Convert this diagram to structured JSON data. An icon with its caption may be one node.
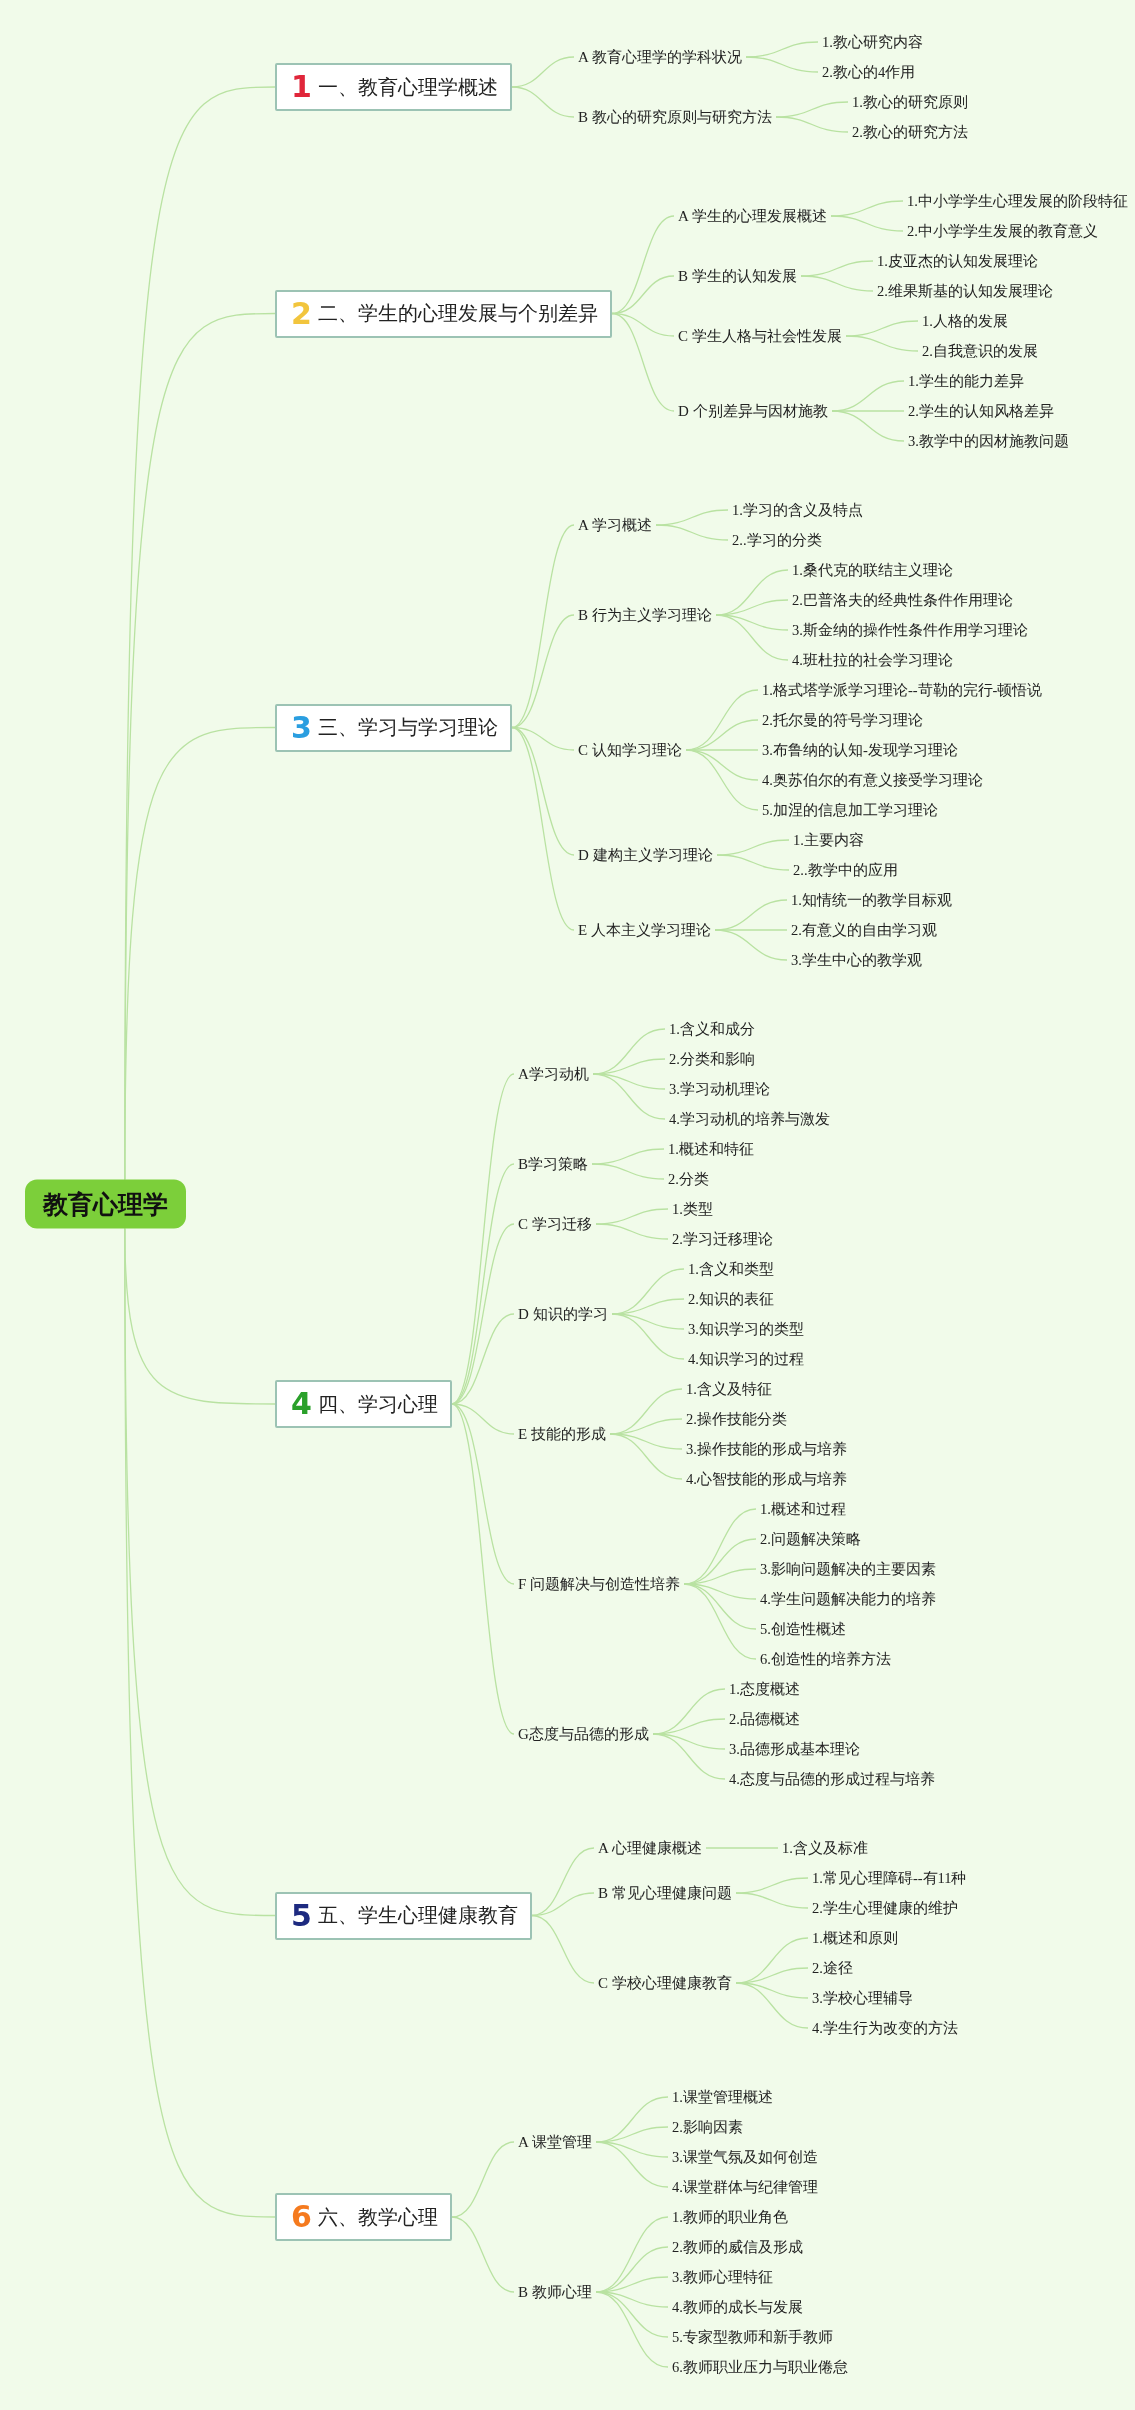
{
  "diagram": {
    "nodes": [
      {
        "text": [
          "教育心理学"
        ]
      },
      {
        "text": [
          "1",
          "一、教育心理学概述"
        ]
      },
      {
        "text": [
          "A 教育心理学的学科状况"
        ]
      },
      {
        "text": [
          "1.教心研究内容"
        ]
      },
      {
        "text": [
          "2.教心的4作用"
        ]
      },
      {
        "text": [
          "B 教心的研究原则与研究方法"
        ]
      },
      {
        "text": [
          "1.教心的研究原则"
        ]
      },
      {
        "text": [
          "2.教心的研究方法"
        ]
      },
      {
        "text": [
          "2",
          "二、学生的心理发展与个别差异"
        ]
      },
      {
        "text": [
          "A 学生的心理发展概述"
        ]
      },
      {
        "text": [
          "1.中小学学生心理发展的阶段特征"
        ]
      },
      {
        "text": [
          "2.中小学学生发展的教育意义"
        ]
      },
      {
        "text": [
          "B 学生的认知发展"
        ]
      },
      {
        "text": [
          "1.皮亚杰的认知发展理论"
        ]
      },
      {
        "text": [
          "2.维果斯基的认知发展理论"
        ]
      },
      {
        "text": [
          "C 学生人格与社会性发展"
        ]
      },
      {
        "text": [
          "1.人格的发展"
        ]
      },
      {
        "text": [
          "2.自我意识的发展"
        ]
      },
      {
        "text": [
          "D 个别差异与因材施教"
        ]
      },
      {
        "text": [
          "1.学生的能力差异"
        ]
      },
      {
        "text": [
          "2.学生的认知风格差异"
        ]
      },
      {
        "text": [
          "3.教学中的因材施教问题"
        ]
      },
      {
        "text": [
          "3",
          "三、学习与学习理论"
        ]
      },
      {
        "text": [
          "A 学习概述"
        ]
      },
      {
        "text": [
          "1.学习的含义及特点"
        ]
      },
      {
        "text": [
          "2..学习的分类"
        ]
      },
      {
        "text": [
          "B 行为主义学习理论"
        ]
      },
      {
        "text": [
          "1.桑代克的联结主义理论"
        ]
      },
      {
        "text": [
          "2.巴普洛夫的经典性条件作用理论"
        ]
      },
      {
        "text": [
          "3.斯金纳的操作性条件作用学习理论"
        ]
      },
      {
        "text": [
          "4.班杜拉的社会学习理论"
        ]
      },
      {
        "text": [
          "C 认知学习理论"
        ]
      },
      {
        "text": [
          "1.格式塔学派学习理论--苛勒的完行-顿悟说"
        ]
      },
      {
        "text": [
          "2.托尔曼的符号学习理论"
        ]
      },
      {
        "text": [
          "3.布鲁纳的认知-发现学习理论"
        ]
      },
      {
        "text": [
          "4.奥苏伯尔的有意义接受学习理论"
        ]
      },
      {
        "text": [
          "5.加涅的信息加工学习理论"
        ]
      },
      {
        "text": [
          "D 建构主义学习理论"
        ]
      },
      {
        "text": [
          "1.主要内容"
        ]
      },
      {
        "text": [
          "2..教学中的应用"
        ]
      },
      {
        "text": [
          "E 人本主义学习理论"
        ]
      },
      {
        "text": [
          "1.知情统一的教学目标观"
        ]
      },
      {
        "text": [
          "2.有意义的自由学习观"
        ]
      },
      {
        "text": [
          "3.学生中心的教学观"
        ]
      },
      {
        "text": [
          "4",
          "四、学习心理"
        ]
      },
      {
        "text": [
          "A学习动机"
        ]
      },
      {
        "text": [
          "1.含义和成分"
        ]
      },
      {
        "text": [
          "2.分类和影响"
        ]
      },
      {
        "text": [
          "3.学习动机理论"
        ]
      },
      {
        "text": [
          "4.学习动机的培养与激发"
        ]
      },
      {
        "text": [
          "B学习策略"
        ]
      },
      {
        "text": [
          "1.概述和特征"
        ]
      },
      {
        "text": [
          "2.分类"
        ]
      },
      {
        "text": [
          "C 学习迁移"
        ]
      },
      {
        "text": [
          "1.类型"
        ]
      },
      {
        "text": [
          "2.学习迁移理论"
        ]
      },
      {
        "text": [
          "D 知识的学习"
        ]
      },
      {
        "text": [
          "1.含义和类型"
        ]
      },
      {
        "text": [
          "2.知识的表征"
        ]
      },
      {
        "text": [
          "3.知识学习的类型"
        ]
      },
      {
        "text": [
          "4.知识学习的过程"
        ]
      },
      {
        "text": [
          "E 技能的形成"
        ]
      },
      {
        "text": [
          "1.含义及特征"
        ]
      },
      {
        "text": [
          "2.操作技能分类"
        ]
      },
      {
        "text": [
          "3.操作技能的形成与培养"
        ]
      },
      {
        "text": [
          "4.心智技能的形成与培养"
        ]
      },
      {
        "text": [
          "F 问题解决与创造性培养"
        ]
      },
      {
        "text": [
          "1.概述和过程"
        ]
      },
      {
        "text": [
          "2.问题解决策略"
        ]
      },
      {
        "text": [
          "3.影响问题解决的主要因素"
        ]
      },
      {
        "text": [
          "4.学生问题解决能力的培养"
        ]
      },
      {
        "text": [
          "5.创造性概述"
        ]
      },
      {
        "text": [
          "6.创造性的培养方法"
        ]
      },
      {
        "text": [
          "G态度与品德的形成"
        ]
      },
      {
        "text": [
          "1.态度概述"
        ]
      },
      {
        "text": [
          "2.品德概述"
        ]
      },
      {
        "text": [
          "3.品德形成基本理论"
        ]
      },
      {
        "text": [
          "4.态度与品德的形成过程与培养"
        ]
      },
      {
        "text": [
          "5",
          "五、学生心理健康教育"
        ]
      },
      {
        "text": [
          "A 心理健康概述"
        ]
      },
      {
        "text": [
          "1.含义及标准"
        ]
      },
      {
        "text": [
          "B 常见心理健康问题"
        ]
      },
      {
        "text": [
          "1.常见心理障碍--有11种"
        ]
      },
      {
        "text": [
          "2.学生心理健康的维护"
        ]
      },
      {
        "text": [
          "C 学校心理健康教育"
        ]
      },
      {
        "text": [
          "1.概述和原则"
        ]
      },
      {
        "text": [
          "2.途径"
        ]
      },
      {
        "text": [
          "3.学校心理辅导"
        ]
      },
      {
        "text": [
          "4.学生行为改变的方法"
        ]
      },
      {
        "text": [
          "6",
          "六、教学心理"
        ]
      },
      {
        "text": [
          "A 课堂管理"
        ]
      },
      {
        "text": [
          "1.课堂管理概述"
        ]
      },
      {
        "text": [
          "2.影响因素"
        ]
      },
      {
        "text": [
          "3.课堂气氛及如何创造"
        ]
      },
      {
        "text": [
          "4.课堂群体与纪律管理"
        ]
      },
      {
        "text": [
          "B 教师心理"
        ]
      },
      {
        "text": [
          "1.教师的职业角色"
        ]
      },
      {
        "text": [
          "2.教师的威信及形成"
        ]
      },
      {
        "text": [
          "3.教师心理特征"
        ]
      },
      {
        "text": [
          "4.教师的成长与发展"
        ]
      },
      {
        "text": [
          "5.专家型教师和新手教师"
        ]
      },
      {
        "text": [
          "6.教师职业压力与职业倦怠"
        ]
      }
    ],
    "edges": [
      {
        "from": 0,
        "to": 1,
        "arrow": "none"
      },
      {
        "from": 1,
        "to": 2,
        "arrow": "none"
      },
      {
        "from": 2,
        "to": 3,
        "arrow": "none"
      },
      {
        "from": 2,
        "to": 4,
        "arrow": "none"
      },
      {
        "from": 1,
        "to": 5,
        "arrow": "none"
      },
      {
        "from": 5,
        "to": 6,
        "arrow": "none"
      },
      {
        "from": 5,
        "to": 7,
        "arrow": "none"
      },
      {
        "from": 0,
        "to": 8,
        "arrow": "none"
      },
      {
        "from": 8,
        "to": 9,
        "arrow": "none"
      },
      {
        "from": 9,
        "to": 10,
        "arrow": "none"
      },
      {
        "from": 9,
        "to": 11,
        "arrow": "none"
      },
      {
        "from": 8,
        "to": 12,
        "arrow": "none"
      },
      {
        "from": 12,
        "to": 13,
        "arrow": "none"
      },
      {
        "from": 12,
        "to": 14,
        "arrow": "none"
      },
      {
        "from": 8,
        "to": 15,
        "arrow": "none"
      },
      {
        "from": 15,
        "to": 16,
        "arrow": "none"
      },
      {
        "from": 15,
        "to": 17,
        "arrow": "none"
      },
      {
        "from": 8,
        "to": 18,
        "arrow": "none"
      },
      {
        "from": 18,
        "to": 19,
        "arrow": "none"
      },
      {
        "from": 18,
        "to": 20,
        "arrow": "none"
      },
      {
        "from": 18,
        "to": 21,
        "arrow": "none"
      },
      {
        "from": 0,
        "to": 22,
        "arrow": "none"
      },
      {
        "from": 22,
        "to": 23,
        "arrow": "none"
      },
      {
        "from": 23,
        "to": 24,
        "arrow": "none"
      },
      {
        "from": 23,
        "to": 25,
        "arrow": "none"
      },
      {
        "from": 22,
        "to": 26,
        "arrow": "none"
      },
      {
        "from": 26,
        "to": 27,
        "arrow": "none"
      },
      {
        "from": 26,
        "to": 28,
        "arrow": "none"
      },
      {
        "from": 26,
        "to": 29,
        "arrow": "none"
      },
      {
        "from": 26,
        "to": 30,
        "arrow": "none"
      },
      {
        "from": 22,
        "to": 31,
        "arrow": "none"
      },
      {
        "from": 31,
        "to": 32,
        "arrow": "none"
      },
      {
        "from": 31,
        "to": 33,
        "arrow": "none"
      },
      {
        "from": 31,
        "to": 34,
        "arrow": "none"
      },
      {
        "from": 31,
        "to": 35,
        "arrow": "none"
      },
      {
        "from": 31,
        "to": 36,
        "arrow": "none"
      },
      {
        "from": 22,
        "to": 37,
        "arrow": "none"
      },
      {
        "from": 37,
        "to": 38,
        "arrow": "none"
      },
      {
        "from": 37,
        "to": 39,
        "arrow": "none"
      },
      {
        "from": 22,
        "to": 40,
        "arrow": "none"
      },
      {
        "from": 40,
        "to": 41,
        "arrow": "none"
      },
      {
        "from": 40,
        "to": 42,
        "arrow": "none"
      },
      {
        "from": 40,
        "to": 43,
        "arrow": "none"
      },
      {
        "from": 0,
        "to": 44,
        "arrow": "none"
      },
      {
        "from": 44,
        "to": 45,
        "arrow": "none"
      },
      {
        "from": 45,
        "to": 46,
        "arrow": "none"
      },
      {
        "from": 45,
        "to": 47,
        "arrow": "none"
      },
      {
        "from": 45,
        "to": 48,
        "arrow": "none"
      },
      {
        "from": 45,
        "to": 49,
        "arrow": "none"
      },
      {
        "from": 44,
        "to": 50,
        "arrow": "none"
      },
      {
        "from": 50,
        "to": 51,
        "arrow": "none"
      },
      {
        "from": 50,
        "to": 52,
        "arrow": "none"
      },
      {
        "from": 44,
        "to": 53,
        "arrow": "none"
      },
      {
        "from": 53,
        "to": 54,
        "arrow": "none"
      },
      {
        "from": 53,
        "to": 55,
        "arrow": "none"
      },
      {
        "from": 44,
        "to": 56,
        "arrow": "none"
      },
      {
        "from": 56,
        "to": 57,
        "arrow": "none"
      },
      {
        "from": 56,
        "to": 58,
        "arrow": "none"
      },
      {
        "from": 56,
        "to": 59,
        "arrow": "none"
      },
      {
        "from": 56,
        "to": 60,
        "arrow": "none"
      },
      {
        "from": 44,
        "to": 61,
        "arrow": "none"
      },
      {
        "from": 61,
        "to": 62,
        "arrow": "none"
      },
      {
        "from": 61,
        "to": 63,
        "arrow": "none"
      },
      {
        "from": 61,
        "to": 64,
        "arrow": "none"
      },
      {
        "from": 61,
        "to": 65,
        "arrow": "none"
      },
      {
        "from": 44,
        "to": 66,
        "arrow": "none"
      },
      {
        "from": 66,
        "to": 67,
        "arrow": "none"
      },
      {
        "from": 66,
        "to": 68,
        "arrow": "none"
      },
      {
        "from": 66,
        "to": 69,
        "arrow": "none"
      },
      {
        "from": 66,
        "to": 70,
        "arrow": "none"
      },
      {
        "from": 66,
        "to": 71,
        "arrow": "none"
      },
      {
        "from": 66,
        "to": 72,
        "arrow": "none"
      },
      {
        "from": 44,
        "to": 73,
        "arrow": "none"
      },
      {
        "from": 73,
        "to": 74,
        "arrow": "none"
      },
      {
        "from": 73,
        "to": 75,
        "arrow": "none"
      },
      {
        "from": 73,
        "to": 76,
        "arrow": "none"
      },
      {
        "from": 73,
        "to": 77,
        "arrow": "none"
      },
      {
        "from": 0,
        "to": 78,
        "arrow": "none"
      },
      {
        "from": 78,
        "to": 79,
        "arrow": "none"
      },
      {
        "from": 79,
        "to": 80,
        "arrow": "none"
      },
      {
        "from": 78,
        "to": 81,
        "arrow": "none"
      },
      {
        "from": 81,
        "to": 82,
        "arrow": "none"
      },
      {
        "from": 81,
        "to": 83,
        "arrow": "none"
      },
      {
        "from": 78,
        "to": 84,
        "arrow": "none"
      },
      {
        "from": 84,
        "to": 85,
        "arrow": "none"
      },
      {
        "from": 84,
        "to": 86,
        "arrow": "none"
      },
      {
        "from": 84,
        "to": 87,
        "arrow": "none"
      },
      {
        "from": 84,
        "to": 88,
        "arrow": "none"
      },
      {
        "from": 0,
        "to": 89,
        "arrow": "none"
      },
      {
        "from": 89,
        "to": 90,
        "arrow": "none"
      },
      {
        "from": 90,
        "to": 91,
        "arrow": "none"
      },
      {
        "from": 90,
        "to": 92,
        "arrow": "none"
      },
      {
        "from": 90,
        "to": 93,
        "arrow": "none"
      },
      {
        "from": 90,
        "to": 94,
        "arrow": "none"
      },
      {
        "from": 89,
        "to": 95,
        "arrow": "none"
      },
      {
        "from": 95,
        "to": 96,
        "arrow": "none"
      },
      {
        "from": 95,
        "to": 97,
        "arrow": "none"
      },
      {
        "from": 95,
        "to": 98,
        "arrow": "none"
      },
      {
        "from": 95,
        "to": 99,
        "arrow": "none"
      },
      {
        "from": 95,
        "to": 100,
        "arrow": "none"
      },
      {
        "from": 95,
        "to": 101,
        "arrow": "none"
      }
    ]
  }
}
